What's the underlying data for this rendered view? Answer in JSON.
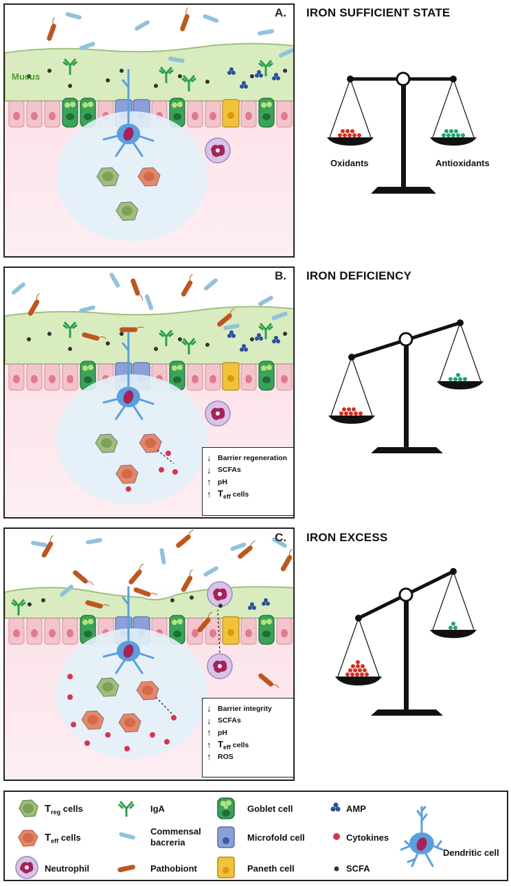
{
  "panels": [
    {
      "letter": "A.",
      "title": "IRON SUFFICIENT STATE",
      "mucus_label": "Mucus",
      "scale": {
        "left_label": "Oxidants",
        "right_label": "Antioxidants"
      }
    },
    {
      "letter": "B.",
      "title": "IRON DEFICIENCY",
      "effects": [
        {
          "arrow": "↓",
          "text": "Barrier regeneration"
        },
        {
          "arrow": "↓",
          "text": "SCFAs"
        },
        {
          "arrow": "↑",
          "text": "pH"
        },
        {
          "arrow": "↑",
          "text_main": "T",
          "text_sub": "eff",
          "text_tail": " cells"
        }
      ]
    },
    {
      "letter": "C.",
      "title": "IRON EXCESS",
      "effects": [
        {
          "arrow": "↓",
          "text": "Barrier integrity"
        },
        {
          "arrow": "↓",
          "text": "SCFAs"
        },
        {
          "arrow": "↑",
          "text": "pH"
        },
        {
          "arrow": "↑",
          "text_main": "T",
          "text_sub": "eff",
          "text_tail": " cells"
        },
        {
          "arrow": "↑",
          "text": "ROS"
        }
      ]
    }
  ],
  "legend": {
    "treg_main": "T",
    "treg_sub": "reg",
    "treg_tail": " cells",
    "teff_main": "T",
    "teff_sub": "eff",
    "teff_tail": " cells",
    "neutrophil": "Neutrophil",
    "iga": "IgA",
    "commensal_line1": "Commensal",
    "commensal_line2": "bacreria",
    "pathobiont": "Pathobiont",
    "goblet": "Goblet cell",
    "microfold": "Microfold cell",
    "paneth": "Paneth cell",
    "amp": "AMP",
    "cytokines": "Cytokines",
    "scfa": "SCFA",
    "dendritic": "Dendritic cell"
  },
  "colors": {
    "mucus": "#d9ecbf",
    "epithelium": "#f2c4cc",
    "goblet": "#3aa35a",
    "microfold": "#8aa0d6",
    "paneth": "#f2c23a",
    "dendritic": "#5aa0e0",
    "treg": "#9cbf7a",
    "teff": "#e8866a",
    "pathobiont": "#c0561e",
    "commensal": "#8fc3dd",
    "iga": "#2aa04a",
    "amp": "#2a4fa0",
    "cytokine": "#d8344a",
    "oxidant_dots": "#e02a1e",
    "antioxidant_dots": "#1aa86a"
  }
}
